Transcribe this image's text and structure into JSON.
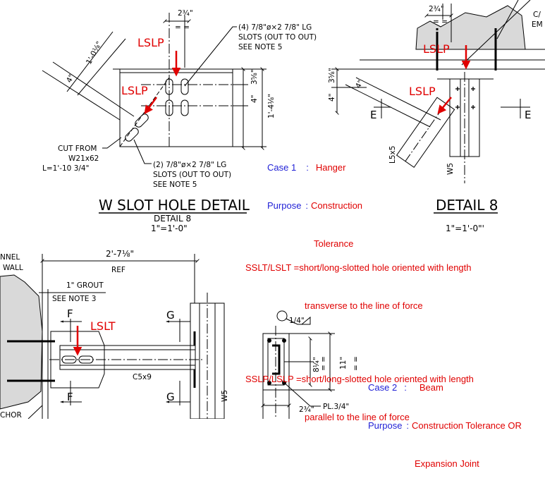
{
  "colors": {
    "ink": "#000000",
    "annotation_red": "#e00000",
    "annotation_blue": "#1f1fd6",
    "concrete": "#d9d9d9"
  },
  "detail_left": {
    "title": "W SLOT HOLE DETAIL",
    "subtitle": "DETAIL 8",
    "scale": "1\"=1'-0\"",
    "dim_top": "2¾\"",
    "dim_top_eq": "=  =",
    "slots_4_line1": "(4) 7/8\"ø×2 7/8\" LG",
    "slots_4_line2": "SLOTS (OUT TO OUT)",
    "slots_4_line3": "SEE NOTE 5",
    "slots_2_line1": "(2) 7/8\"ø×2 7/8\" LG",
    "slots_2_line2": "SLOTS (OUT TO OUT)",
    "slots_2_line3": "SEE NOTE 5",
    "cut_line1": "CUT FROM",
    "cut_line2": "W21x62",
    "cut_line3": "L=1'-10 3/4\"",
    "dim_diag_long": "1'-0⅛\"",
    "dim_diag_short": "4\"",
    "dim_v_small": "3⅝\"",
    "dim_v_4": "4\"",
    "dim_v_total": "1'-4⅛\"",
    "lslp_upper": "LSLP",
    "lslp_lower": "LSLP"
  },
  "detail_right": {
    "title": "DETAIL 8",
    "scale": "1\"=1'-0\"'",
    "dim_top": "2¾\"",
    "dim_top_eq": "= =",
    "callout_c": "C/",
    "callout_em": "EM",
    "section_left": "E",
    "section_right": "E",
    "dim_v_small": "3⅝\"",
    "dim_v_4a": "4\"",
    "dim_v_4b": "4\"",
    "angle_label": "L5x5",
    "column_label": "W5",
    "lslp_upper": "LSLP",
    "lslp_lower": "LSLP"
  },
  "case1": {
    "case_label": "Case 1",
    "case_colon": ":",
    "case_value": "Hanger",
    "purpose_label": "Purpose",
    "purpose_colon": ":",
    "purpose_line1": "Construction",
    "purpose_line2": "Tolerance"
  },
  "legend": {
    "sslt_line1": "SSLT/LSLT =short/long-slotted hole oriented with length",
    "sslt_line2": "transverse to the line of force",
    "sslp_line1": "SSLP/LSLP =short/long-slotted hole oriented with length",
    "sslp_line2": "parallel to the line of force"
  },
  "bottom_left": {
    "wall_label1": "NNEL",
    "wall_label2": "WALL",
    "dim_overall": "2'-7⅛\"",
    "dim_ref": "REF",
    "grout_label": "1\" GROUT",
    "grout_note": "SEE NOTE 3",
    "section_f_top": "F",
    "section_f_bottom": "F",
    "section_g_top": "G",
    "section_g_bottom": "G",
    "lslt_label": "LSLT",
    "channel_label": "C5x9",
    "column_label": "W5",
    "anchor_label": "CHOR"
  },
  "bottom_plate": {
    "weld_label": "1/4\"",
    "dim_8": "8¼\"",
    "dim_8_eq": "=  =",
    "dim_11": "11\"",
    "dim_11_eq": "=  =",
    "dim_bottom": "2¾\"",
    "plate_label": "PL.3/4\""
  },
  "case2": {
    "case_label": "Case 2",
    "case_colon": ":",
    "case_value": "Beam",
    "purpose_label": "Purpose",
    "purpose_colon": ":",
    "purpose_line1": "Construction Tolerance OR",
    "purpose_line2": "Expansion Joint"
  }
}
